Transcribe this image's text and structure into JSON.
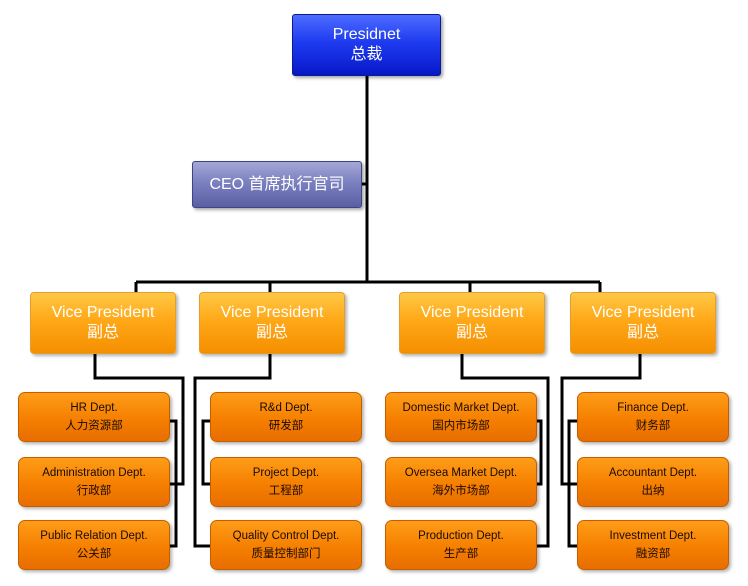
{
  "president": {
    "en": "Presidnet",
    "cn": "总裁"
  },
  "ceo": {
    "label": "CEO 首席执行官司"
  },
  "vps": [
    {
      "en": "Vice President",
      "cn": "副总"
    },
    {
      "en": "Vice President",
      "cn": "副总"
    },
    {
      "en": "Vice President",
      "cn": "副总"
    },
    {
      "en": "Vice President",
      "cn": "副总"
    }
  ],
  "departments": [
    [
      {
        "en": "HR Dept.",
        "cn": "人力资源部"
      },
      {
        "en": "Administration Dept.",
        "cn": "行政部"
      },
      {
        "en": "Public Relation Dept.",
        "cn": "公关部"
      }
    ],
    [
      {
        "en": "R&d Dept.",
        "cn": "研发部"
      },
      {
        "en": "Project Dept.",
        "cn": "工程部"
      },
      {
        "en": "Quality Control Dept.",
        "cn": "质量控制部门"
      }
    ],
    [
      {
        "en": "Domestic Market Dept.",
        "cn": "国内市场部"
      },
      {
        "en": "Oversea Market Dept.",
        "cn": "海外市场部"
      },
      {
        "en": "Production Dept.",
        "cn": "生产部"
      }
    ],
    [
      {
        "en": "Finance Dept.",
        "cn": "财务部"
      },
      {
        "en": "Accountant Dept.",
        "cn": "出纳"
      },
      {
        "en": "Investment Dept.",
        "cn": "融资部"
      }
    ]
  ],
  "colors": {
    "president": "#1f3bf0",
    "ceo": "#7b80c0",
    "vice_president": "#ffa818",
    "department": "#f57f00",
    "connector": "#000000"
  }
}
